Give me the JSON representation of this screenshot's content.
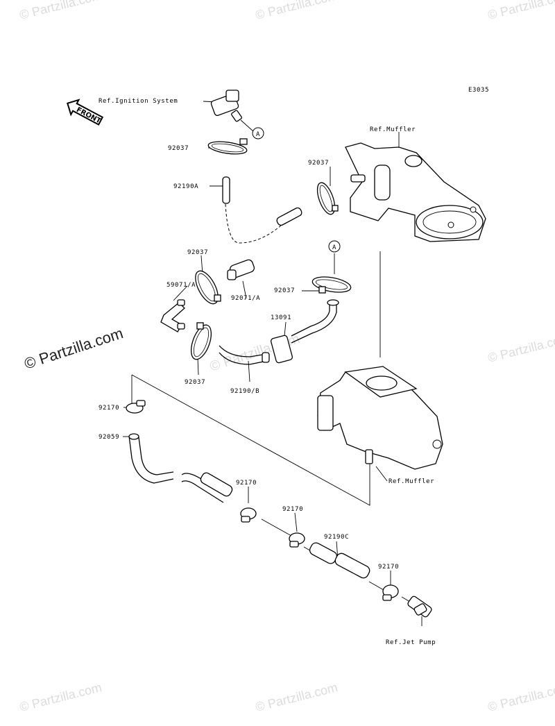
{
  "diagram": {
    "code": "E3035",
    "front_label": "FRONT",
    "circle_ref": "A",
    "labels": {
      "ref_ignition": "Ref.Ignition System",
      "ref_muffler_top": "Ref.Muffler",
      "ref_muffler_bottom": "Ref.Muffler",
      "ref_jet_pump": "Ref.Jet Pump",
      "p92037_a": "92037",
      "p92037_b": "92037",
      "p92037_c": "92037",
      "p92037_d": "92037",
      "p92037_e": "92037",
      "p92190a": "92190A",
      "p59071": "59071/A",
      "p92071": "92071/A",
      "p13091": "13091",
      "p92190b": "92190/B",
      "p92170_a": "92170",
      "p92170_b": "92170",
      "p92170_c": "92170",
      "p92170_d": "92170",
      "p92059": "92059",
      "p92190c": "92190C"
    }
  },
  "watermarks": {
    "small": "© Partzilla.com",
    "large": "© Partzilla.com"
  }
}
